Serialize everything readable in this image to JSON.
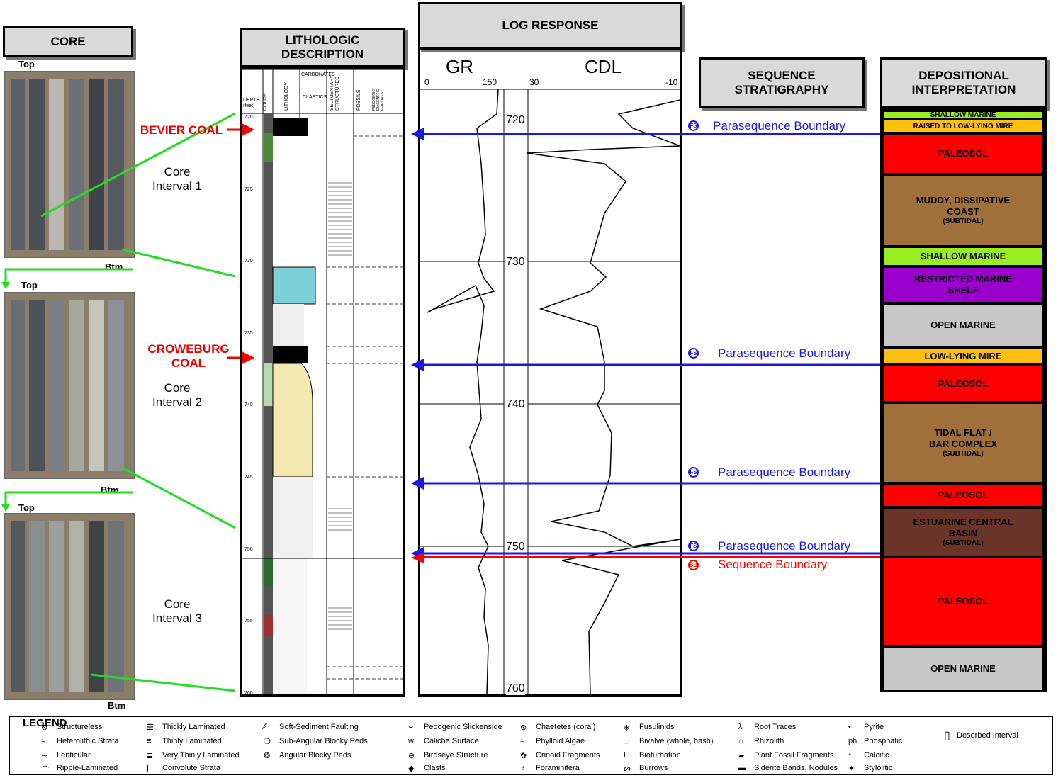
{
  "headers": {
    "core": "CORE",
    "lithologic": "LITHOLOGIC\nDESCRIPTION",
    "log_response": "LOG RESPONSE",
    "sequence": "SEQUENCE\nSTRATIGRAPHY",
    "depositional": "DEPOSITIONAL\nINTERPRETATION"
  },
  "core_labels": {
    "top1": "Top",
    "btm1": "Btm",
    "top2": "Top",
    "btm2": "Btm",
    "top3": "Top",
    "btm3": "Btm",
    "interval1": "Core\nInterval 1",
    "interval2": "Core\nInterval 2",
    "interval3": "Core\nInterval 3"
  },
  "coals": {
    "bevier": "BEVIER COAL",
    "croweburg": "CROWEBURG\nCOAL"
  },
  "litho_columns": {
    "depth": "DEPTH\n(feet)",
    "color": "COLOR",
    "lithology": "LITHOLOGY",
    "carbonates": "CARBONATES",
    "clastics": "CLASTICS",
    "sedimentary": "SEDIMENTARY\nSTRUCTURES",
    "fossils": "FOSSILS",
    "pedogenic": "PEDOGENIC/ DIAGENETIC FEATURES",
    "depth_ticks": [
      "720",
      "725",
      "730",
      "735",
      "740",
      "745",
      "750",
      "755",
      "760"
    ]
  },
  "log": {
    "gr_label": "GR",
    "cdl_label": "CDL",
    "gr_min": "0",
    "gr_max": "150",
    "cdl_min": "30",
    "cdl_max": "-10",
    "depths": [
      "720",
      "730",
      "740",
      "750",
      "760"
    ]
  },
  "boundaries": {
    "fs_badge": "FS",
    "sb_badge": "SB",
    "pb1": "Parasequence Boundary",
    "pb2": "Parasequence Boundary",
    "pb3": "Parasequence Boundary",
    "pb4": "Parasequence Boundary",
    "sb": "Sequence Boundary"
  },
  "depositional": [
    {
      "label": "SHALLOW MARINE",
      "sub": "",
      "color": "#99ee22"
    },
    {
      "label": "RAISED TO LOW-LYING MIRE",
      "sub": "",
      "color": "#ffc010"
    },
    {
      "label": "PALEOSOL",
      "sub": "",
      "color": "#ff0000"
    },
    {
      "label": "MUDDY, DISSIPATIVE\nCOAST",
      "sub": "(SUBTIDAL)",
      "color": "#a0703a"
    },
    {
      "label": "SHALLOW MARINE",
      "sub": "",
      "color": "#99ee22"
    },
    {
      "label": "RESTRICTED MARINE\nSHELF",
      "sub": "",
      "color": "#9900cc"
    },
    {
      "label": "OPEN MARINE",
      "sub": "",
      "color": "#c8c8c8"
    },
    {
      "label": "LOW-LYING MIRE",
      "sub": "",
      "color": "#ffc010"
    },
    {
      "label": "PALEOSOL",
      "sub": "",
      "color": "#ff0000"
    },
    {
      "label": "TIDAL FLAT /\nBAR COMPLEX",
      "sub": "(SUBTIDAL)",
      "color": "#a0703a"
    },
    {
      "label": "PALEOSOL",
      "sub": "",
      "color": "#ff0000"
    },
    {
      "label": "ESTUARINE CENTRAL\nBASIN",
      "sub": "(SUBTIDAL)",
      "color": "#6a3428"
    },
    {
      "label": "PALEOSOL",
      "sub": "",
      "color": "#ff0000"
    },
    {
      "label": "OPEN MARINE",
      "sub": "",
      "color": "#c8c8c8"
    }
  ],
  "legend": {
    "title": "LEGEND",
    "items": [
      "Structureless",
      "Heterolithic Strata",
      "Lenticular",
      "Ripple-Laminated",
      "Thickly Laminated",
      "Thinly Laminated",
      "Very Thinly Laminated",
      "Convolute Strata",
      "Soft-Sediment Faulting",
      "Sub-Angular Blocky Peds",
      "Angular Blocky Peds",
      "Pedogenic Slickenside",
      "Caliche Surface",
      "Birdseye Structure",
      "Clasts",
      "Chaetetes (coral)",
      "Phylloid Algae",
      "Crinoid Fragments",
      "Foraminifera",
      "Fusulinids",
      "Bivalve (whole, hash)",
      "Bioturbation",
      "Burrows",
      "Root Traces",
      "Rhizolith",
      "Plant Fossil Fragments",
      "Siderite Bands, Nodules",
      "Pyrite",
      "Phosphatic",
      "Calcitic",
      "Stylolitic",
      "Desorbed Interval"
    ]
  },
  "colors": {
    "boundary_blue": "#1a1adf",
    "sequence_red": "#ff0000",
    "connector_green": "#22dd22"
  }
}
